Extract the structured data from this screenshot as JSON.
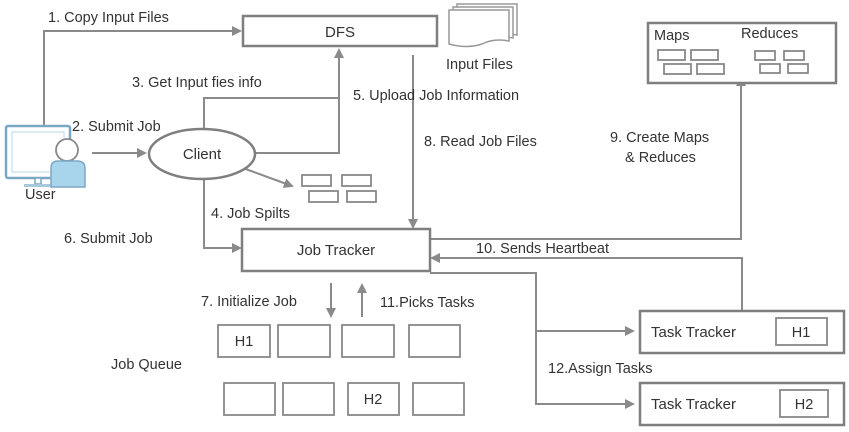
{
  "nodes": {
    "dfs": "DFS",
    "input_files": "Input Files",
    "client": "Client",
    "user": "User",
    "job_tracker": "Job Tracker",
    "maps": "Maps",
    "reduces": "Reduces",
    "job_queue": "Job Queue",
    "task_tracker_1": {
      "label": "Task Tracker",
      "host": "H1"
    },
    "task_tracker_2": {
      "label": "Task Tracker",
      "host": "H2"
    },
    "queue_row1": [
      "H1",
      "",
      "",
      ""
    ],
    "queue_row2": [
      "",
      "",
      "H2",
      ""
    ]
  },
  "steps": {
    "s1": "1. Copy Input Files",
    "s2": "2. Submit Job",
    "s3": "3. Get Input fies info",
    "s4": "4. Job Spilts",
    "s5": "5. Upload Job Information",
    "s6": "6. Submit Job",
    "s7": "7. Initialize Job",
    "s8": "8. Read Job Files",
    "s9_line1": "9. Create Maps",
    "s9_line2": "& Reduces",
    "s10": "10. Sends Heartbeat",
    "s11": "11.Picks Tasks",
    "s12": "12.Assign Tasks"
  },
  "colors": {
    "line": "#8a8a8a",
    "text": "#333333",
    "user_body": "#a8d4ec"
  }
}
